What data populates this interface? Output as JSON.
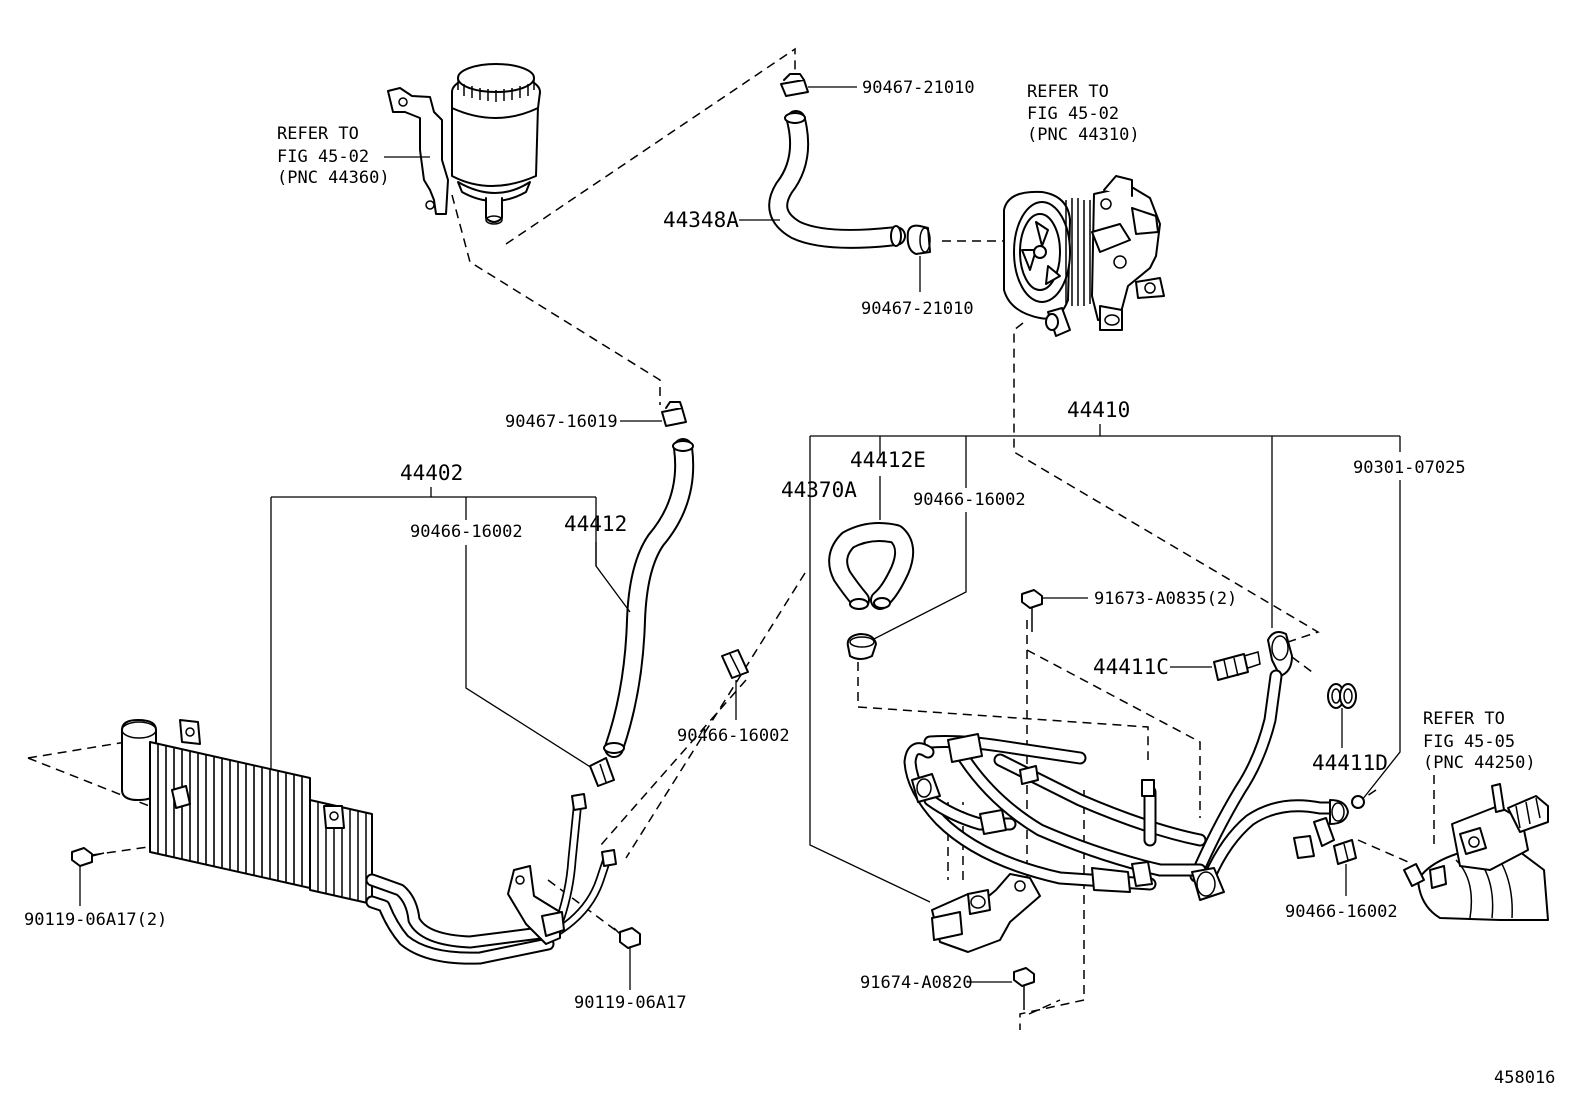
{
  "refs": {
    "reservoir": {
      "line1": "REFER TO",
      "line2": "FIG 45-02",
      "line3": "(PNC 44360)"
    },
    "pump": {
      "line1": "REFER TO",
      "line2": "FIG 45-02",
      "line3": "(PNC 44310)"
    },
    "gear": {
      "line1": "REFER TO",
      "line2": "FIG 45-05",
      "line3": "(PNC 44250)"
    }
  },
  "labels": {
    "clamp_top": "90467-21010",
    "hose_44348a": "44348A",
    "clamp_pump": "90467-21010",
    "clamp_16019": "90467-16019",
    "group_44402": "44402",
    "clamp_cooler": "90466-16002",
    "hose_44412": "44412",
    "clamp_mid": "90466-16002",
    "bolt_cooler_left": "90119-06A17(2)",
    "bolt_cooler_bottom": "90119-06A17",
    "group_44410": "44410",
    "hose_44412e": "44412E",
    "hose_44370a": "44370A",
    "clamp_44410": "90466-16002",
    "oring": "90301-07025",
    "bolt_91673": "91673-A0835(2)",
    "union_44411c": "44411C",
    "gasket_44411d": "44411D",
    "clamp_gear": "90466-16002",
    "bolt_91674": "91674-A0820",
    "fig_number": "458016"
  }
}
